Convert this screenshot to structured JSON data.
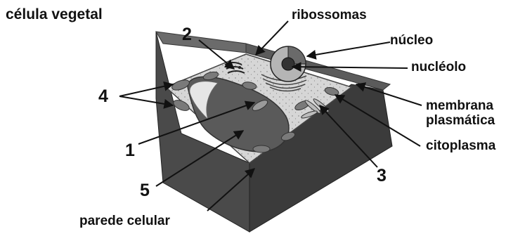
{
  "title": "célula vegetal",
  "labels": {
    "ribossomas": "ribossomas",
    "nucleo": "núcleo",
    "nucleolo": "nucléolo",
    "membrana_l1": "membrana",
    "membrana_l2": "plasmática",
    "citoplasma": "citoplasma",
    "parede": "parede celular"
  },
  "numbers": {
    "n1": "1",
    "n2": "2",
    "n3": "3",
    "n4": "4",
    "n5": "5"
  }
}
